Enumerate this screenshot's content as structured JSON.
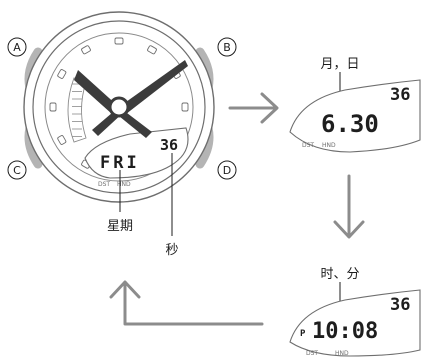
{
  "buttons": {
    "a": "A",
    "b": "B",
    "c": "C",
    "d": "D"
  },
  "watch": {
    "day": "FRI",
    "seconds": "36",
    "sub_labels": [
      "DST",
      "HND"
    ]
  },
  "callouts": {
    "weekday": "星期",
    "seconds": "秒"
  },
  "panel_date": {
    "title": "月，日",
    "seconds": "36",
    "value": "6.30",
    "sub_labels": [
      "DST",
      "HND"
    ]
  },
  "panel_time": {
    "title": "时、分",
    "seconds": "36",
    "pm": "P",
    "value": "10:08",
    "sub_labels": [
      "DST",
      "HND"
    ]
  },
  "colors": {
    "outline": "#6e6e6e",
    "hands": "#3c3c3c",
    "buttons": "#b4b4b4",
    "arrows": "#8c8c8c",
    "text": "#1e1e1e"
  }
}
